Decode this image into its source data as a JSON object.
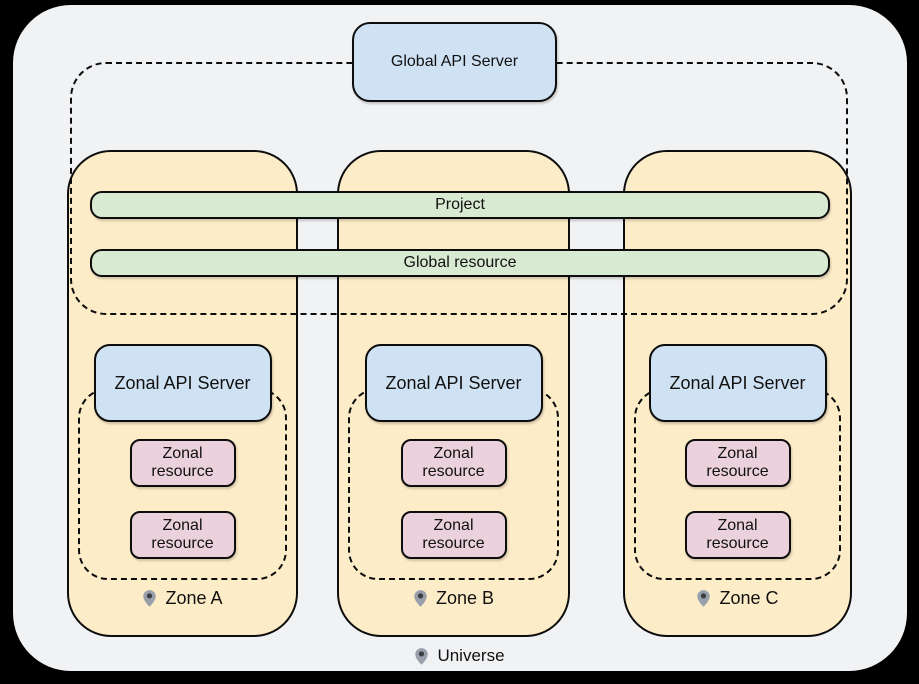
{
  "global_api_server": {
    "label": "Global API Server"
  },
  "bars": {
    "project": "Project",
    "global_resource": "Global resource"
  },
  "zones": [
    {
      "label": "Zone A",
      "api_server_label": "Zonal API Server",
      "resources": [
        "Zonal resource",
        "Zonal resource"
      ]
    },
    {
      "label": "Zone B",
      "api_server_label": "Zonal API Server",
      "resources": [
        "Zonal resource",
        "Zonal resource"
      ]
    },
    {
      "label": "Zone C",
      "api_server_label": "Zonal API Server",
      "resources": [
        "Zonal resource",
        "Zonal resource"
      ]
    }
  ],
  "universe": {
    "label": "Universe"
  },
  "icons": {
    "zone_pin": "location-pin-icon",
    "universe_pin": "location-pin-icon"
  },
  "colors": {
    "page_background": "#000000",
    "universe_background": "#f1f2f4",
    "zone_fill": "#fdecc8",
    "api_server_fill": "#cfe2f3",
    "bar_fill": "#d9ead3",
    "resource_fill": "#ead1dc",
    "border": "#0d0d0d",
    "pin_body": "#98a1ab",
    "pin_dot": "#3c4043"
  }
}
